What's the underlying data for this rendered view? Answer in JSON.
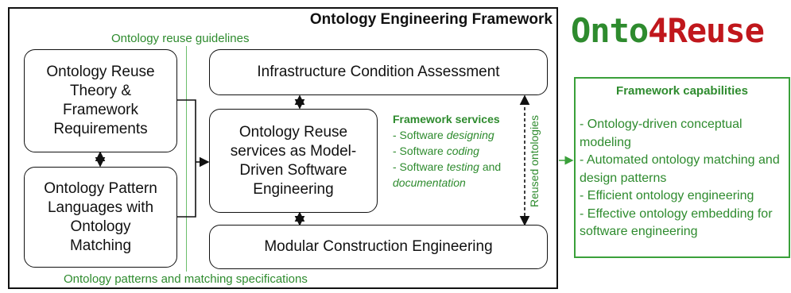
{
  "framework": {
    "title": "Ontology Engineering Framework",
    "guideline_top": "Ontology reuse guidelines",
    "guideline_bottom": "Ontology patterns and matching specifications"
  },
  "boxes": {
    "theory": "Ontology Reuse\nTheory &\nFramework\nRequirements",
    "pattern": "Ontology Pattern\nLanguages with\nOntology\nMatching",
    "infra": "Infrastructure Condition Assessment",
    "mdse": "Ontology Reuse\nservices as Model-\nDriven Software\nEngineering",
    "modular": "Modular Construction Engineering"
  },
  "services": {
    "title": "Framework services",
    "items": [
      {
        "prefix": "- Software ",
        "emph": "designing",
        "suffix": ""
      },
      {
        "prefix": "- Software ",
        "emph": "coding",
        "suffix": ""
      },
      {
        "prefix": "- Software ",
        "emph": "testing",
        "suffix": " and"
      },
      {
        "prefix": "",
        "emph": "documentation",
        "suffix": ""
      }
    ]
  },
  "reused_label": "Reused ontologies",
  "logo": {
    "part1": "Onto",
    "part2": "4Reuse",
    "color1": "#2e8b2e",
    "color2": "#c0171c"
  },
  "capabilities": {
    "title": "Framework capabilities",
    "items": [
      "- Ontology-driven conceptual modeling",
      "- Automated ontology matching and design patterns",
      "- Efficient ontology engineering",
      "- Effective ontology embedding for software engineering"
    ]
  },
  "colors": {
    "accent_green": "#2e8b2e",
    "border": "#111111"
  }
}
